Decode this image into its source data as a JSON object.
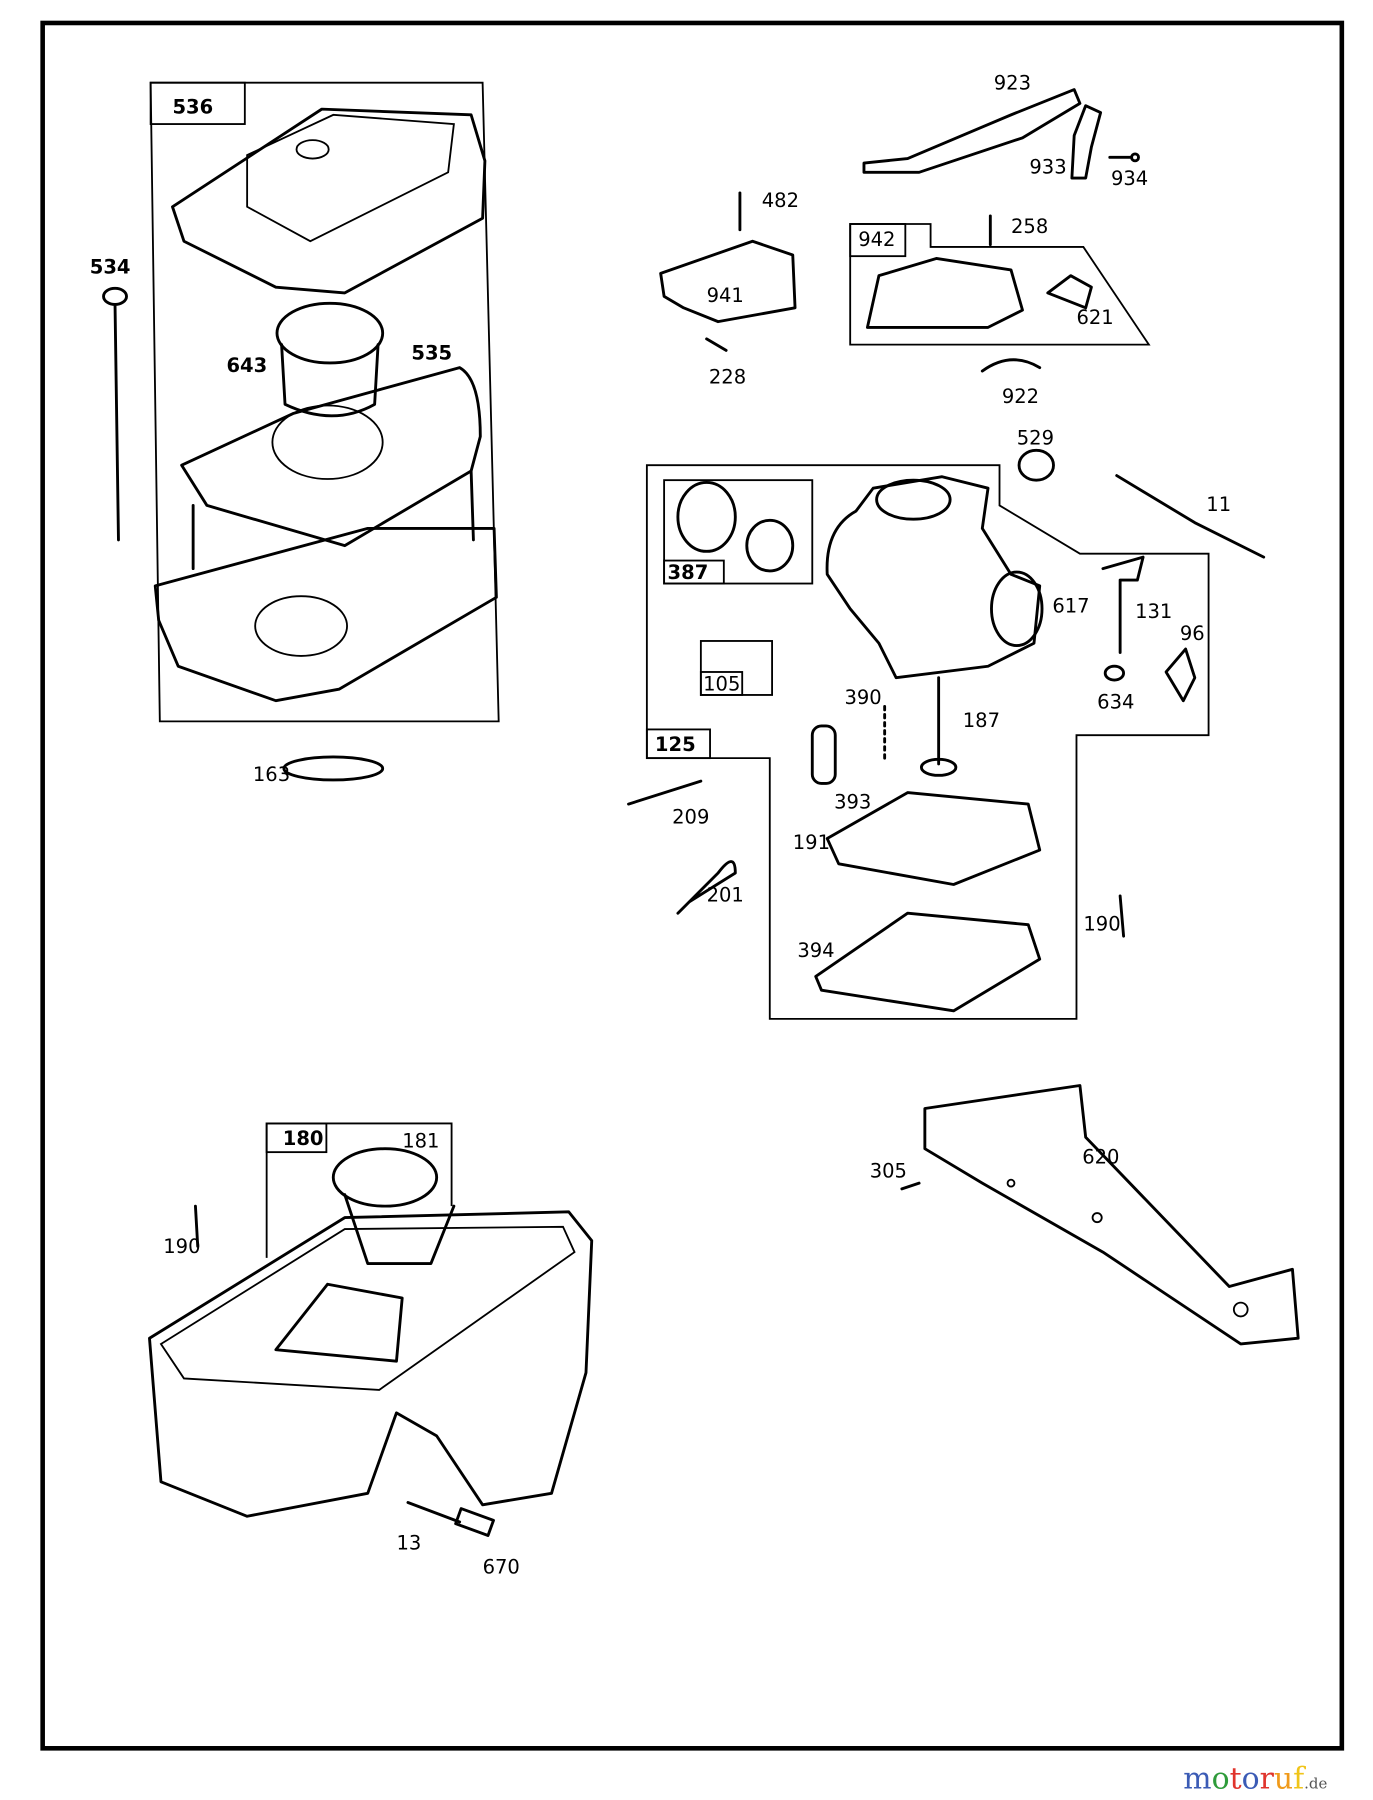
{
  "parts": {
    "p536": "536",
    "p534": "534",
    "p643": "643",
    "p535": "535",
    "p163": "163",
    "p923": "923",
    "p933": "933",
    "p934": "934",
    "p482": "482",
    "p941": "941",
    "p228": "228",
    "p942": "942",
    "p258": "258",
    "p621": "621",
    "p922": "922",
    "p529": "529",
    "p11": "11",
    "p387": "387",
    "p105": "105",
    "p125": "125",
    "p617": "617",
    "p131": "131",
    "p96": "96",
    "p634": "634",
    "p390": "390",
    "p187": "187",
    "p393": "393",
    "p209": "209",
    "p191": "191",
    "p201": "201",
    "p190a": "190",
    "p394": "394",
    "p180": "180",
    "p181": "181",
    "p190b": "190",
    "p13": "13",
    "p670": "670",
    "p305": "305",
    "p620": "620"
  },
  "watermark": {
    "text": "motoruf",
    ".": ".",
    "suffix": ".de",
    "colors": [
      "#3b5bb5",
      "#2e9b3a",
      "#e0342c",
      "#3b5bb5",
      "#e0342c",
      "#f09a1a",
      "#f0c419"
    ]
  }
}
